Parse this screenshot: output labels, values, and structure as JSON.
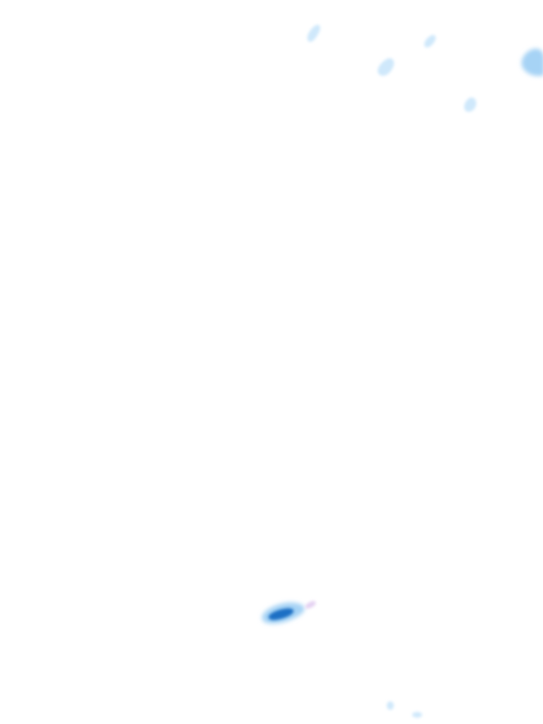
{
  "map": {
    "layer": "precipitation-radar",
    "background_color": "#ffffff",
    "legend_colors": {
      "light": "#cfe8fb",
      "moderate": "#a6d3f5",
      "heavy": "#5aaae6",
      "intense": "#1f6fc4",
      "mixed": "#e4d2f2"
    },
    "echoes": [
      {
        "id": "echo-1",
        "intensity": "light"
      },
      {
        "id": "echo-2",
        "intensity": "light"
      },
      {
        "id": "echo-3",
        "intensity": "light"
      },
      {
        "id": "echo-4",
        "intensity": "moderate"
      },
      {
        "id": "echo-5",
        "intensity": "light"
      },
      {
        "id": "echo-6",
        "intensity": "intense"
      },
      {
        "id": "echo-7",
        "intensity": "light"
      },
      {
        "id": "echo-8",
        "intensity": "light"
      }
    ]
  }
}
